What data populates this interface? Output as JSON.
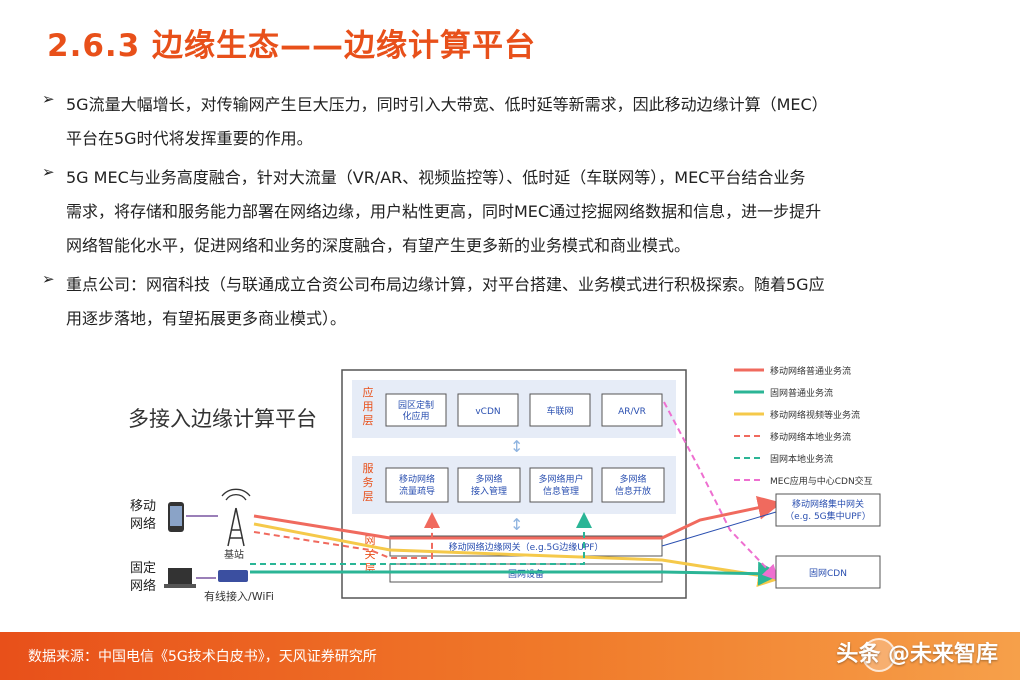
{
  "title": "2.6.3 边缘生态——边缘计算平台",
  "bullets": [
    {
      "lines": [
        "5G流量大幅增长，对传输网产生巨大压力，同时引入大带宽、低时延等新需求，因此移动边缘计算（MEC）",
        "平台在5G时代将发挥重要的作用。"
      ]
    },
    {
      "lines": [
        "5G MEC与业务高度融合，针对大流量（VR/AR、视频监控等）、低时延（车联网等），MEC平台结合业务",
        "需求，将存储和服务能力部署在网络边缘，用户粘性更高，同时MEC通过挖掘网络数据和信息，进一步提升",
        "网络智能化水平，促进网络和业务的深度融合，有望产生更多新的业务模式和商业模式。"
      ]
    },
    {
      "lines": [
        "重点公司：网宿科技（与联通成立合资公司布局边缘计算，对平台搭建、业务模式进行积极探索。随着5G应",
        "用逐步落地，有望拓展更多商业模式）。"
      ]
    }
  ],
  "bullet_marker": "➢",
  "diagram": {
    "platform_title": "多接入边缘计算平台",
    "app_layer_label": [
      "应",
      "用",
      "层"
    ],
    "service_layer_label": [
      "服",
      "务",
      "层"
    ],
    "gateway_layer_label": [
      "网",
      "关",
      "层"
    ],
    "apps": [
      [
        "园区定制",
        "化应用"
      ],
      [
        "vCDN"
      ],
      [
        "车联网"
      ],
      [
        "AR/VR"
      ]
    ],
    "services": [
      [
        "移动网络",
        "流量疏导"
      ],
      [
        "多网络",
        "接入管理"
      ],
      [
        "多网络用户",
        "信息管理"
      ],
      [
        "多网络",
        "信息开放"
      ]
    ],
    "gateway_mobile": "移动网络边缘网关（e.g.5G边缘UPF）",
    "gateway_fixed": "固网设备",
    "mobile_network": [
      "移动",
      "网络"
    ],
    "fixed_network": [
      "固定",
      "网络"
    ],
    "base_station": "基站",
    "wired_access": "有线接入/WiFi",
    "core_gateway": [
      "移动网络集中网关",
      "（e.g. 5G集中UPF）"
    ],
    "fixed_cdn": "固网CDN",
    "legend": [
      {
        "label": "移动网络普通业务流",
        "color": "#f06a5e",
        "dash": false
      },
      {
        "label": "固网普通业务流",
        "color": "#2bb596",
        "dash": false
      },
      {
        "label": "移动网络视频等业务流",
        "color": "#f5c94a",
        "dash": false
      },
      {
        "label": "移动网络本地业务流",
        "color": "#f06a5e",
        "dash": true
      },
      {
        "label": "固网本地业务流",
        "color": "#2bb596",
        "dash": true
      },
      {
        "label": "MEC应用与中心CDN交互",
        "color": "#ee6fd0",
        "dash": true
      }
    ]
  },
  "footer": {
    "source": "数据来源：中国电信《5G技术白皮书》，天风证券研究所",
    "watermark": "头条 @未来智库"
  }
}
